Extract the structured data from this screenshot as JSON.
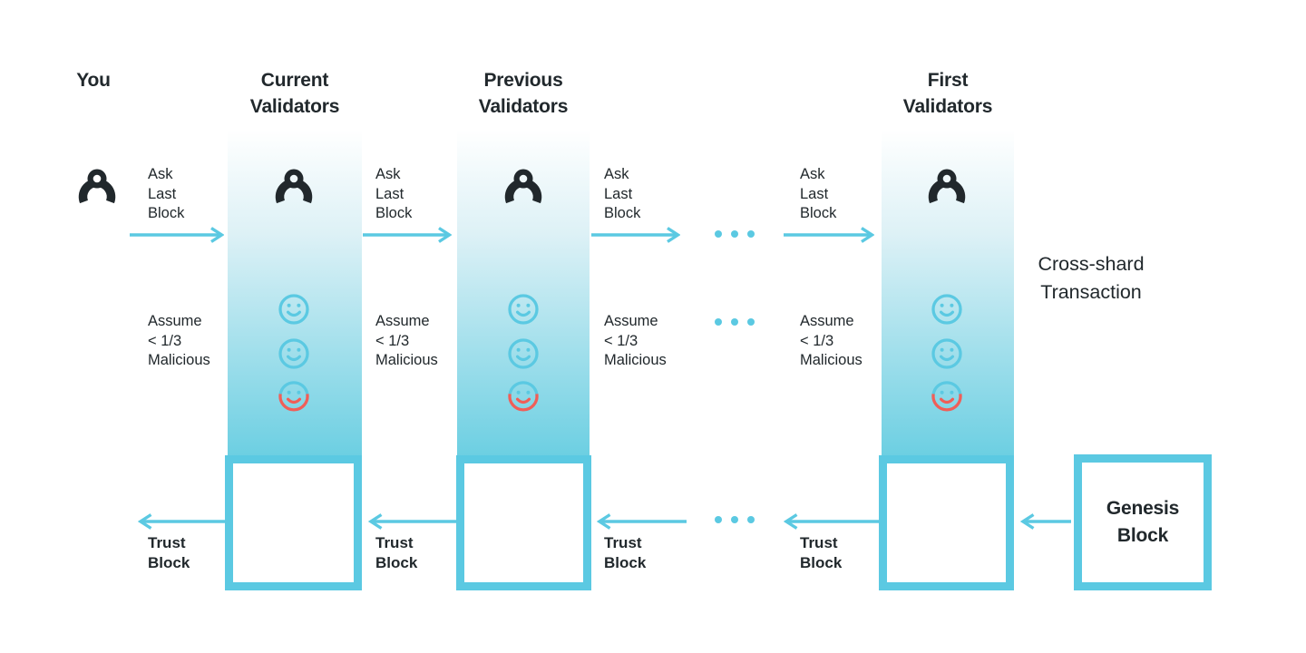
{
  "diagram": {
    "you_title": "You",
    "columns": [
      {
        "title": "Current\nValidators"
      },
      {
        "title": "Previous\nValidators"
      },
      {
        "title": "First\nValidators"
      }
    ],
    "labels": {
      "ask": "Ask\nLast\nBlock",
      "assume": "Assume\n< 1/3\nMalicious",
      "trust": "Trust\nBlock"
    },
    "cross_shard": "Cross-shard\nTransaction",
    "genesis": "Genesis\nBlock",
    "colors": {
      "accent_cyan": "#5BC9E2",
      "column_bottom_cyan": "#6CCFE2",
      "malicious_red": "#F05E58",
      "text_dark": "#21282C"
    }
  }
}
